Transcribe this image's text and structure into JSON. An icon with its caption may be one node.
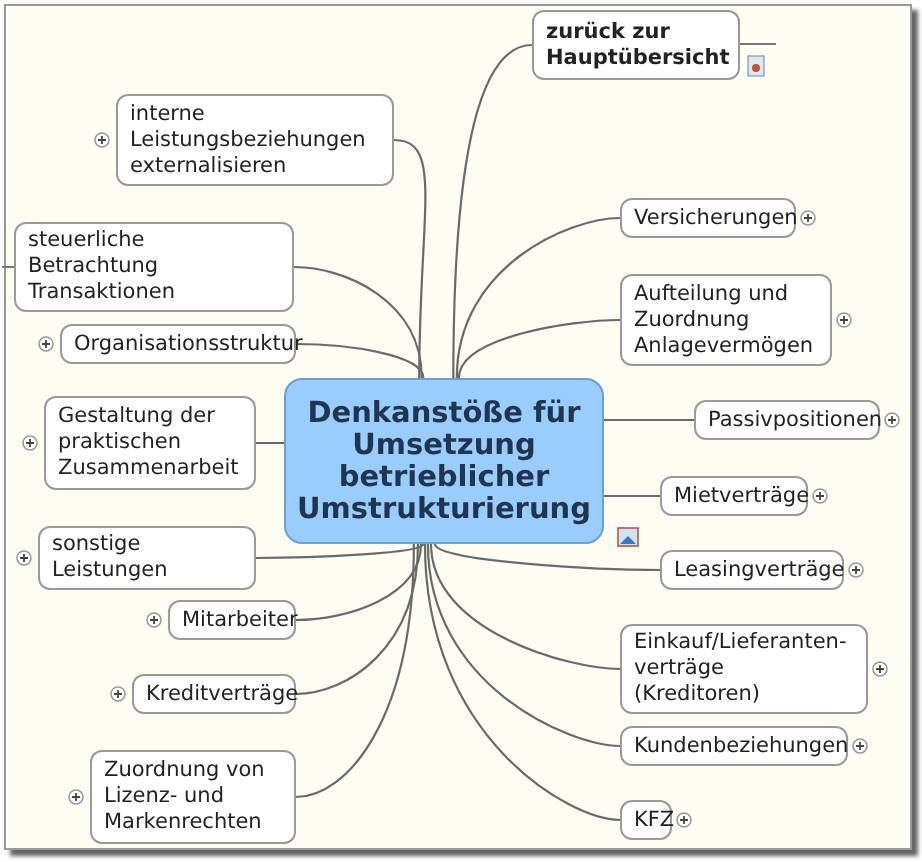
{
  "diagram": {
    "nodes": [
      {
        "text": [
          "Denkanstöße für Umsetzung betrieblicher Umstrukturierung"
        ]
      },
      {
        "text": [
          "zurück zur Hauptübersicht"
        ]
      },
      {
        "text": [
          "interne Leistungsbeziehungen externalisieren"
        ]
      },
      {
        "text": [
          "steuerliche Betrachtung Transaktionen"
        ]
      },
      {
        "text": [
          "Organisationsstruktur"
        ]
      },
      {
        "text": [
          "Gestaltung der praktischen Zusammenarbeit"
        ]
      },
      {
        "text": [
          "sonstige Leistungen"
        ]
      },
      {
        "text": [
          "Mitarbeiter"
        ]
      },
      {
        "text": [
          "Kreditverträge"
        ]
      },
      {
        "text": [
          "Zuordnung von Lizenz- und Markenrechten"
        ]
      },
      {
        "text": [
          "Versicherungen"
        ]
      },
      {
        "text": [
          "Aufteilung und Zuordnung Anlagevermögen"
        ]
      },
      {
        "text": [
          "Passivpositionen"
        ]
      },
      {
        "text": [
          "Mietverträge"
        ]
      },
      {
        "text": [
          "Leasingverträge"
        ]
      },
      {
        "text": [
          "Einkauf/Lieferanten-verträge (Kreditoren)"
        ]
      },
      {
        "text": [
          "Kundenbeziehungen"
        ]
      },
      {
        "text": [
          "KFZ"
        ]
      }
    ],
    "edges": [
      {
        "from": 0,
        "to": 1,
        "arrow": "none"
      },
      {
        "from": 0,
        "to": 2,
        "arrow": "none"
      },
      {
        "from": 0,
        "to": 3,
        "arrow": "none"
      },
      {
        "from": 0,
        "to": 4,
        "arrow": "none"
      },
      {
        "from": 0,
        "to": 5,
        "arrow": "none"
      },
      {
        "from": 0,
        "to": 6,
        "arrow": "none"
      },
      {
        "from": 0,
        "to": 7,
        "arrow": "none"
      },
      {
        "from": 0,
        "to": 8,
        "arrow": "none"
      },
      {
        "from": 0,
        "to": 9,
        "arrow": "none"
      },
      {
        "from": 0,
        "to": 10,
        "arrow": "none"
      },
      {
        "from": 0,
        "to": 11,
        "arrow": "none"
      },
      {
        "from": 0,
        "to": 12,
        "arrow": "none"
      },
      {
        "from": 0,
        "to": 13,
        "arrow": "none"
      },
      {
        "from": 0,
        "to": 14,
        "arrow": "none"
      },
      {
        "from": 0,
        "to": 15,
        "arrow": "none"
      },
      {
        "from": 0,
        "to": 16,
        "arrow": "none"
      },
      {
        "from": 0,
        "to": 17,
        "arrow": "none"
      }
    ]
  }
}
